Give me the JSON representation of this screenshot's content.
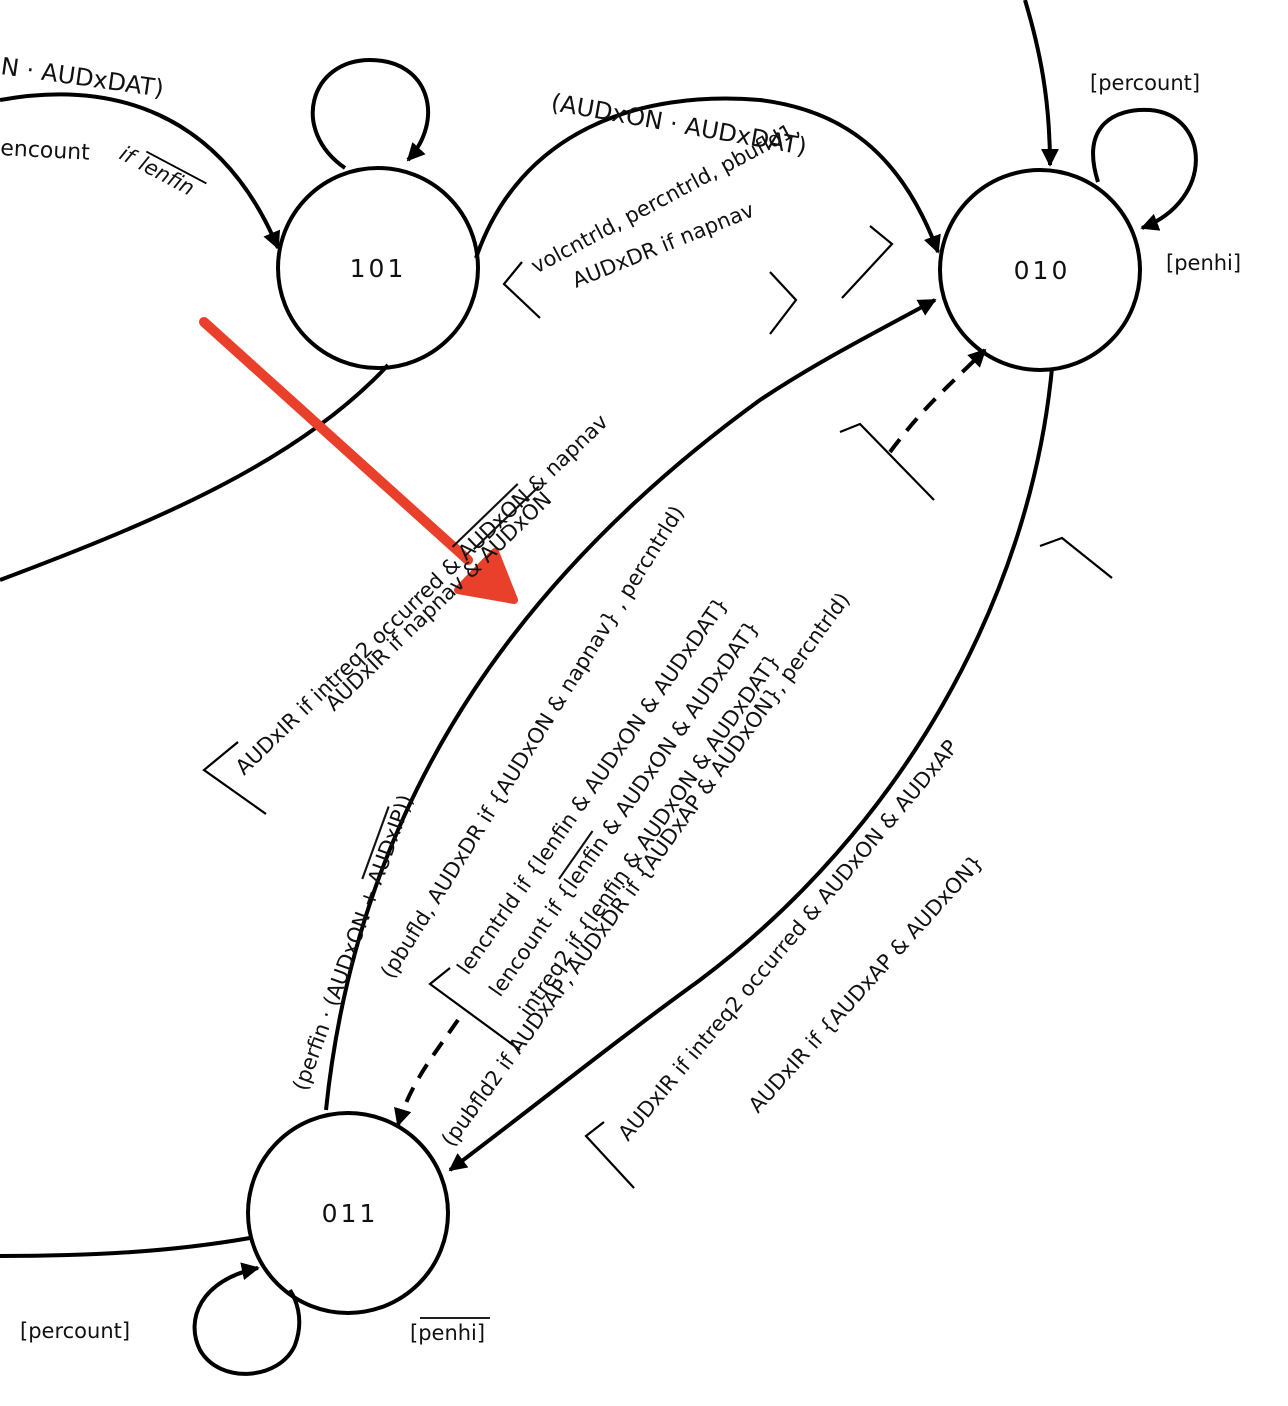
{
  "states": {
    "s101": "101",
    "s010": "010",
    "s011": "011"
  },
  "labels": {
    "top_left_partial": "N · AUDxDAT)",
    "encount_partial": "encount",
    "if_word": "if",
    "lenfin": "lenfin",
    "top_mid_condition": "(AUDxON · AUDxDAT)",
    "volcntrld_line1": "volcntrld, percntrld, pbufld1,",
    "volcntrld_line2": "AUDxDR  if  napnav",
    "percount_top": "[percount]",
    "penhi_top": "[penhi]",
    "intreq_line1_a": "AUDxIR if intreq2 occurred & ",
    "intreq_line1_b": "AUDxON",
    "intreq_line1_c": " & napnav",
    "intreq_line2_a": "AUDxIR if napnav & ",
    "intreq_line2_b": "AUDxON",
    "pbufld_line_a": "(pbufld, AUDxDR if {AUDxON & napnav} , percntrld)",
    "perfin_line_a": "(perfin · (AUDxON  +  ",
    "perfin_line_b": "AUDxIP",
    "perfin_line_c": "))",
    "lencntrld_line": "lencntrld if {lenfin & AUDxON & AUDxDAT}",
    "lencount_line_a": "lencount if {",
    "lencount_line_b": "lenfin",
    "lencount_line_c": " & AUDxON & AUDxDAT}",
    "intreq_len_line": "intreq2 if {lenfin & AUDxON & AUDxDAT}",
    "pubfld_line": "(pubfld2 if AUDxAP, AUDxDR if {AUDxAP & AUDxON}, percntrld)",
    "audxir_ap_line1": "AUDxIR if intreq2 occurred & AUDxON & AUDxAP",
    "audxir_ap_line2": "AUDxIR if {AUDxAP & AUDxON}",
    "percount_bottom": "[percount]",
    "penhi_bottom": "[penhi]"
  },
  "colors": {
    "ink": "#000000",
    "annotation_arrow": "#e8402a"
  }
}
